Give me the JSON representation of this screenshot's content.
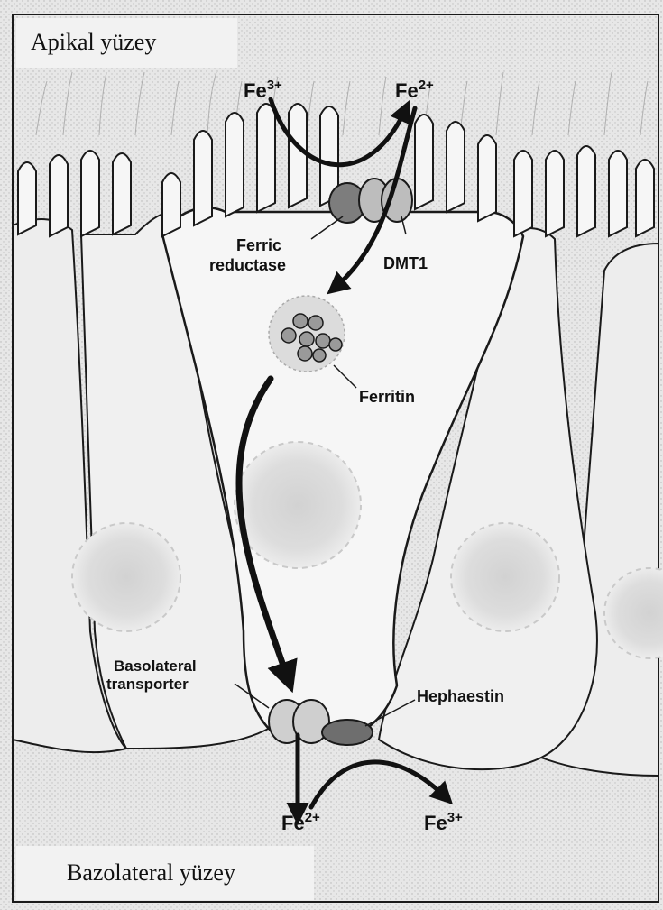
{
  "surfaces": {
    "apical": "Apikal yüzey",
    "basolateral": "Bazolateral yüzey"
  },
  "labels": {
    "fe3_top": "Fe3+",
    "fe2_top": "Fe2+",
    "ferric_reductase": "Ferric reductase",
    "dmt1": "DMT1",
    "ferritin": "Ferritin",
    "basolateral_transporter": "Basolateral transporter",
    "hephaestin": "Hephaestin",
    "fe2_bottom": "Fe2+",
    "fe3_bottom": "Fe3+"
  },
  "label_parts": {
    "fe3_top": {
      "base": "Fe",
      "sup": "3+"
    },
    "fe2_top": {
      "base": "Fe",
      "sup": "2+"
    },
    "fe2_bottom": {
      "base": "Fe",
      "sup": "2+"
    },
    "fe3_bottom": {
      "base": "Fe",
      "sup": "3+"
    },
    "ferric_reductase": {
      "line1": "Ferric",
      "line2": "reductase"
    },
    "basolateral_transporter": {
      "line1": "Basolateral",
      "line2": "transporter"
    }
  },
  "colors": {
    "background": "#e9e9e9",
    "cell_fill": "#f4f4f4",
    "outline": "#1a1a1a",
    "protein_dark": "#7d7d7d",
    "protein_light": "#bdbdbd",
    "arrow": "#111111"
  }
}
